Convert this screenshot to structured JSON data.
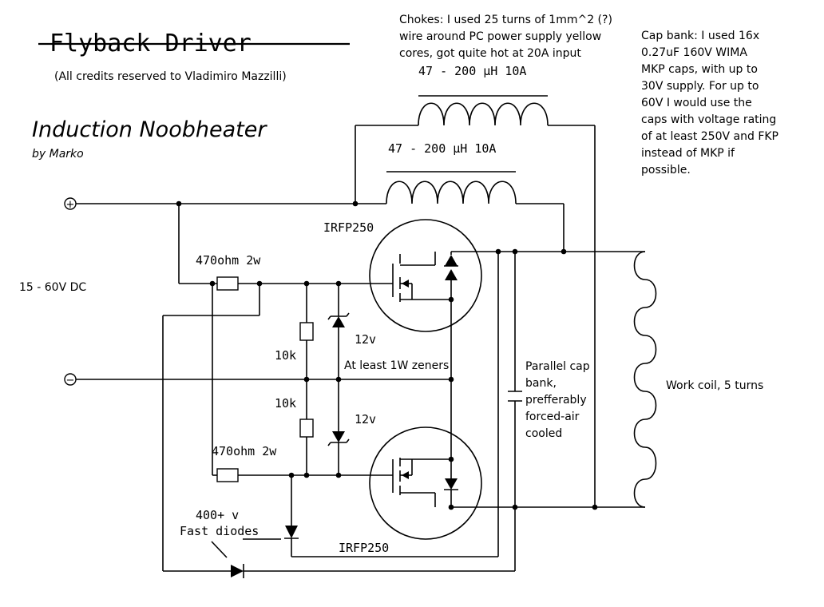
{
  "header": {
    "title_struck": "Flyback Driver",
    "credits": "(All credits reserved to Vladimiro Mazzilli)",
    "project_title": "Induction Noobheater",
    "byline": "by Marko"
  },
  "notes": {
    "chokes": [
      "Chokes: I used 25 turns of 1mm^2 (?)",
      "wire around PC power supply yellow",
      "cores, got quite hot at 20A input"
    ],
    "cap_bank": [
      "Cap bank: I used 16x",
      "0.27uF 160V WIMA",
      "MKP caps, with up to",
      "30V supply. For up to",
      "60V I would use the",
      "caps with voltage rating",
      "of at least 250V and FKP",
      "instead of MKP if",
      "possible."
    ],
    "supply": "15 - 60V DC",
    "zeners": "At least 1W zeners",
    "cap_label": [
      "Parallel cap",
      "bank,",
      "prefferably",
      "forced-air",
      "cooled"
    ],
    "work_coil": "Work coil, 5 turns"
  },
  "components": {
    "choke_top": "47 - 200 μH 10A",
    "choke_bottom": "47 - 200 μH 10A",
    "resistor_top": "470ohm 2w",
    "resistor_bottom": "470ohm 2w",
    "pulldown_top": "10k",
    "pulldown_bottom": "10k",
    "zener_top": "12v",
    "zener_bottom": "12v",
    "mosfet_top": "IRFP250",
    "mosfet_bottom": "IRFP250",
    "diodes": [
      "400+ v",
      "Fast diodes"
    ]
  },
  "terminals": {
    "positive": "+",
    "negative": "−"
  }
}
